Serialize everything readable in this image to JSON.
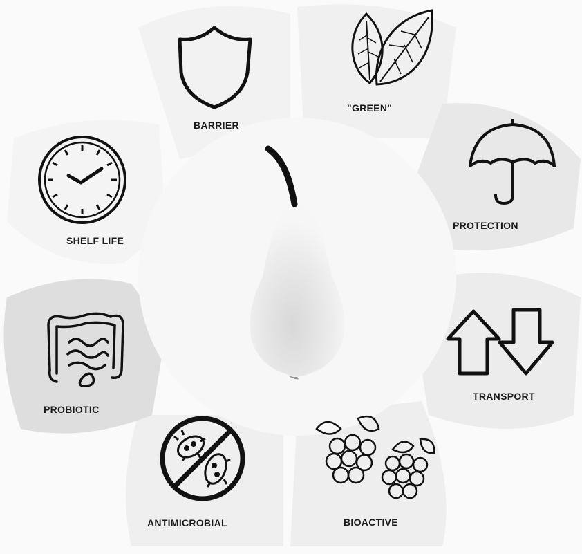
{
  "center": {
    "icon": "pear-icon"
  },
  "segments": [
    {
      "id": "barrier",
      "label": "BARRIER",
      "icon": "shield-icon"
    },
    {
      "id": "green",
      "label": "\"GREEN\"",
      "icon": "leaves-icon"
    },
    {
      "id": "protection",
      "label": "PROTECTION",
      "icon": "umbrella-icon"
    },
    {
      "id": "transport",
      "label": "TRANSPORT",
      "icon": "up-down-arrows-icon"
    },
    {
      "id": "bioactive",
      "label": "BIOACTIVE",
      "icon": "berries-icon"
    },
    {
      "id": "antimicrobial",
      "label": "ANTIMICROBIAL",
      "icon": "no-bacteria-icon"
    },
    {
      "id": "probiotic",
      "label": "PROBIOTIC",
      "icon": "intestine-icon"
    },
    {
      "id": "shelf_life",
      "label": "SHELF LIFE",
      "icon": "clock-icon"
    }
  ],
  "colors": {
    "petal_light": "#f3f3f3",
    "petal_dark": "#e2e2e2",
    "ink": "#1a1a1a",
    "background": "#fafafa"
  }
}
